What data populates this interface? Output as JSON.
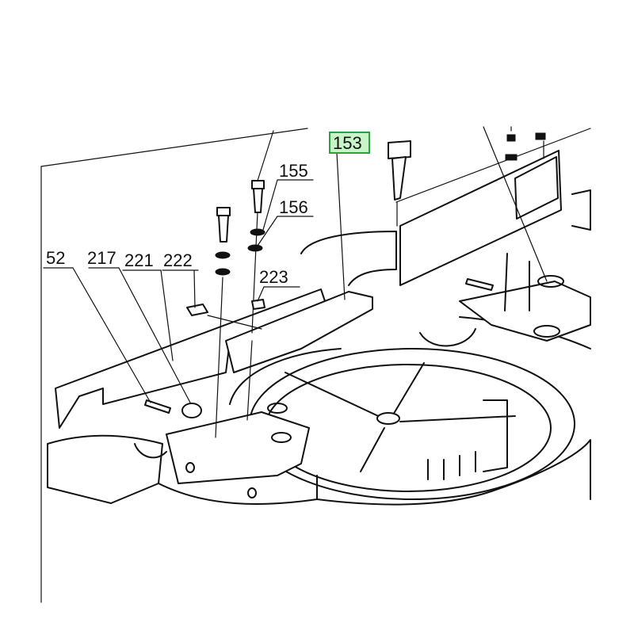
{
  "diagram": {
    "highlight_color": "#2ea043",
    "labels": {
      "p52": "52",
      "p217": "217",
      "p221": "221",
      "p222": "222",
      "p223": "223",
      "p153": "153",
      "p155": "155",
      "p156": "156"
    },
    "highlighted_part": "153"
  }
}
